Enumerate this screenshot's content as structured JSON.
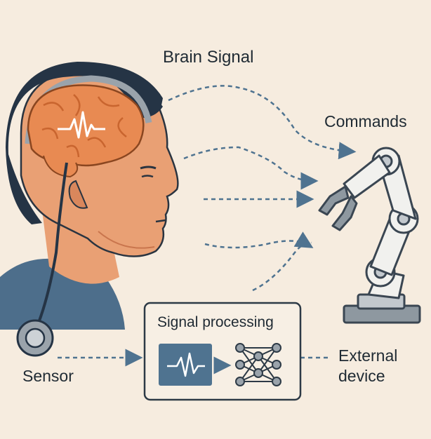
{
  "labels": {
    "brain_signal": "Brain Signal",
    "commands": "Commands",
    "sensor": "Sensor",
    "signal_processing": "Signal processing",
    "external_line1": "External",
    "external_line2": "device"
  },
  "colors": {
    "background": "#f6ecdf",
    "skin": "#e9a074",
    "skin_shade": "#d9875c",
    "hair": "#253445",
    "brain": "#e88a52",
    "brain_dark": "#c9652f",
    "shirt": "#4d6e8b",
    "arrow": "#4f7390",
    "robot_body": "#f1f1ee",
    "robot_outline": "#3a4652",
    "robot_base": "#8e98a0",
    "box_fill": "#f7efe4",
    "box_border": "#2d3a46",
    "wave_box": "#4f7390"
  },
  "icons": [
    "head-illustration",
    "brain-icon",
    "waveform-icon",
    "sensor-icon",
    "robot-arm-icon",
    "neural-network-icon"
  ]
}
